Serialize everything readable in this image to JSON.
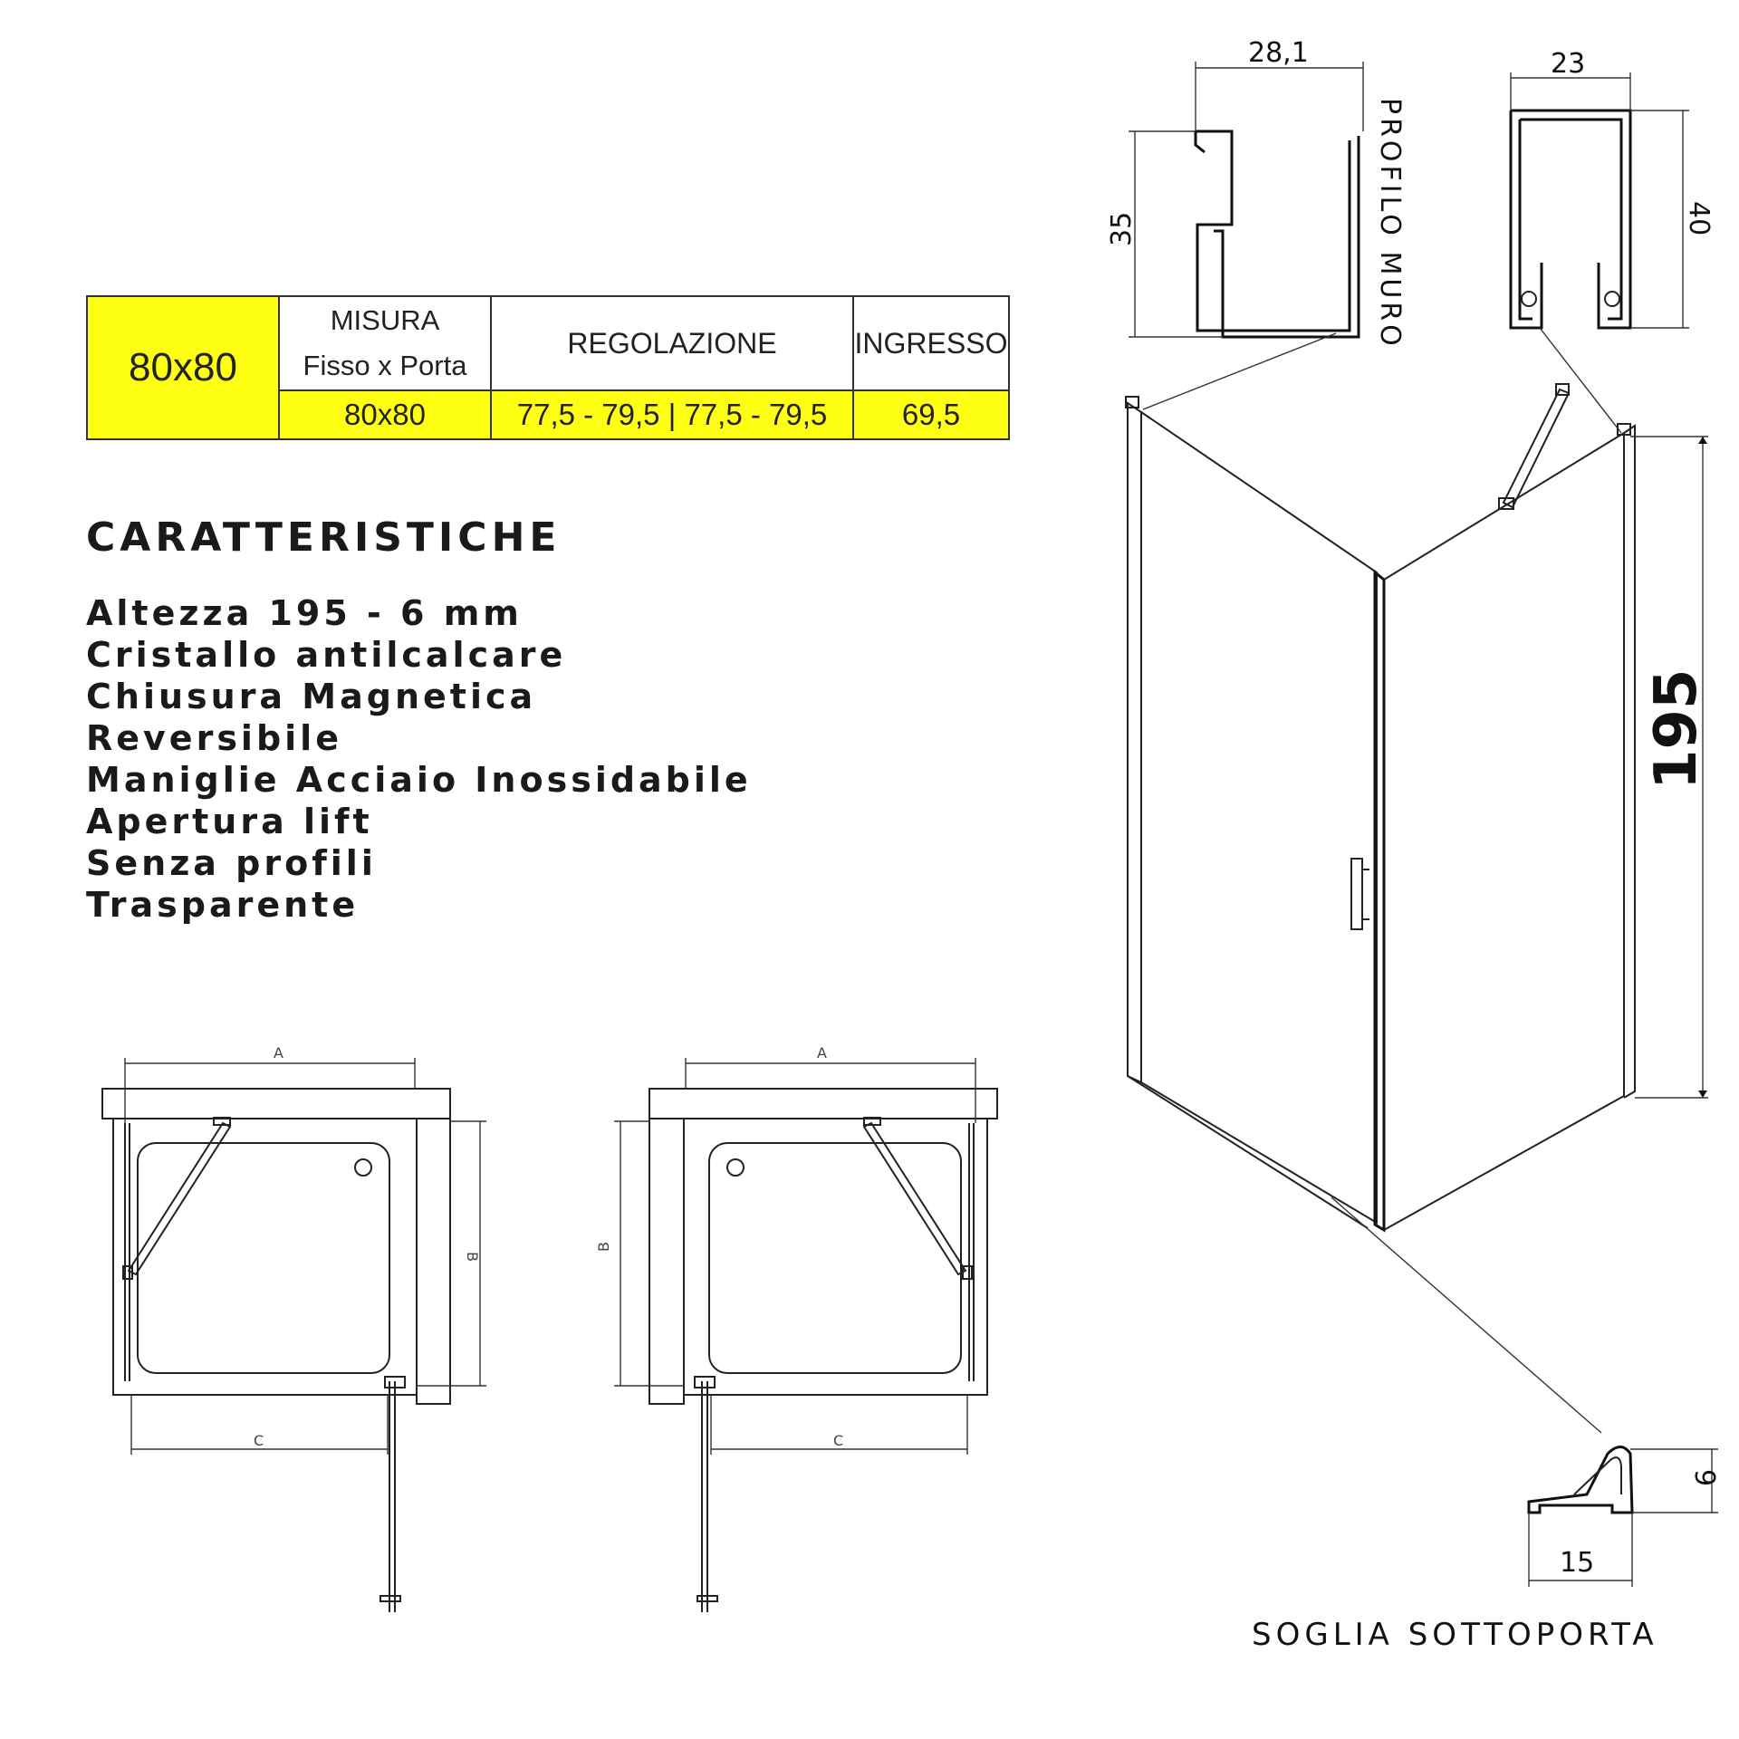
{
  "table": {
    "model": "80x80",
    "misura_title": "MISURA",
    "misura_sub": "Fisso x Porta",
    "regolazione_title": "REGOLAZIONE",
    "ingresso_title": "INGRESSO",
    "misura_value": "80x80",
    "regolazione_value": "77,5 - 79,5 | 77,5 - 79,5",
    "ingresso_value": "69,5"
  },
  "features": {
    "title": "CARATTERISTICHE",
    "items": [
      "Altezza 195 - 6 mm",
      "Cristallo antilcalcare",
      "Chiusura Magnetica",
      "Reversibile",
      "Maniglie Acciaio Inossidabile",
      "Apertura lift",
      "Senza profili",
      "Trasparente"
    ]
  },
  "dimensions": {
    "wall_profile_width": "28,1",
    "wall_profile_height": "35",
    "wall_profile_label": "PROFILO MURO",
    "profile2_width": "23",
    "profile2_height": "40",
    "cabin_height": "195",
    "threshold_height": "9",
    "threshold_width": "15",
    "threshold_label": "SOGLIA SOTTOPORTA"
  },
  "plan_labels": {
    "a": "A",
    "b": "B",
    "c": "C"
  }
}
